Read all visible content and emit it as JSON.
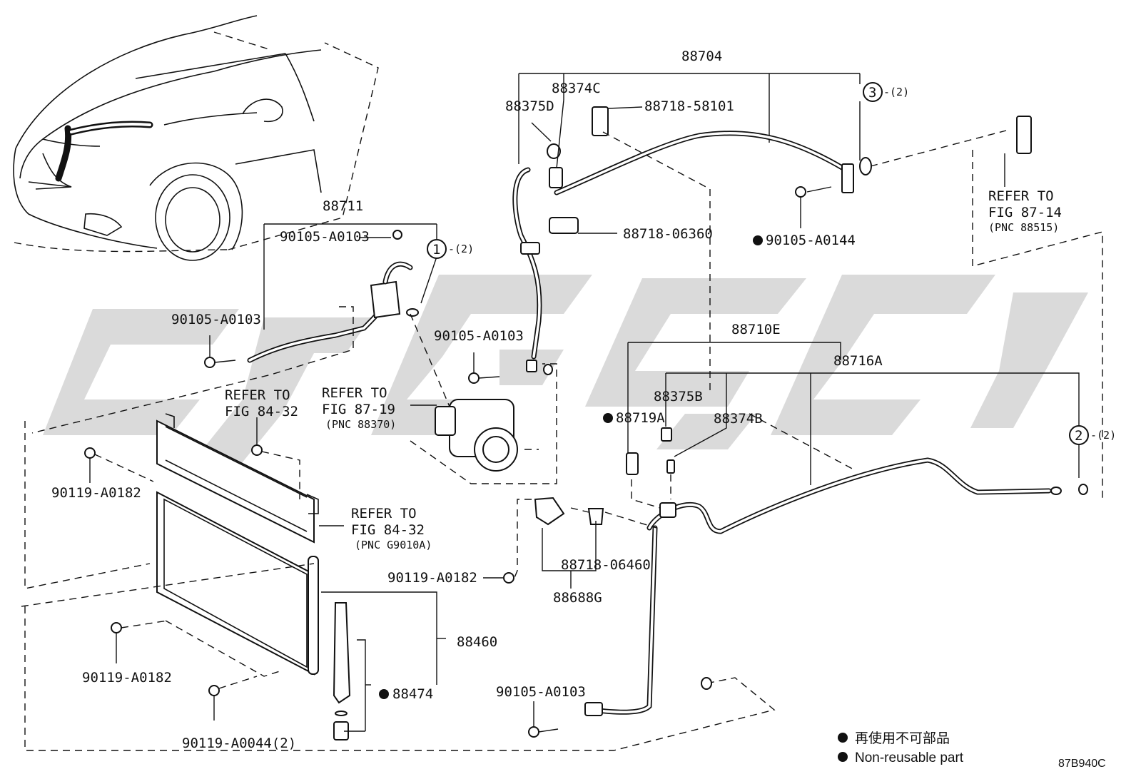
{
  "labels": {
    "p88704": "88704",
    "p88374C": "88374C",
    "p88375D": "88375D",
    "p88718_58101": "88718-58101",
    "circle3": "3",
    "qty2_a": "-(2)",
    "p88711": "88711",
    "p90105_A0103_a": "90105-A0103",
    "circle1": "1",
    "qty2_b": "-(2)",
    "p88718_06360": "88718-06360",
    "p90105_A0144": "90105-A0144",
    "refer87_14_a": "REFER TO",
    "refer87_14_b": "FIG 87-14",
    "refer87_14_c": "(PNC 88515)",
    "p90105_A0103_b": "90105-A0103",
    "p90105_A0103_c": "90105-A0103",
    "p88710E": "88710E",
    "p88716A": "88716A",
    "refer84_32a_a": "REFER TO",
    "refer84_32a_b": "FIG 84-32",
    "refer87_19_a": "REFER TO",
    "refer87_19_b": "FIG 87-19",
    "refer87_19_c": "(PNC 88370)",
    "p88375B": "88375B",
    "p88719A": "88719A",
    "p88374B": "88374B",
    "circle2": "2",
    "qty2_c": "-(2)",
    "p90119_A0182_a": "90119-A0182",
    "refer84_32b_a": "REFER TO",
    "refer84_32b_b": "FIG 84-32",
    "refer84_32b_c": "(PNC G9010A)",
    "p88718_06460": "88718-06460",
    "p90119_A0182_b": "90119-A0182",
    "p88688G": "88688G",
    "p88460": "88460",
    "p90119_A0182_c": "90119-A0182",
    "p88474": "88474",
    "p90105_A0103_d": "90105-A0103",
    "p90119_A0044": "90119-A0044(2)"
  },
  "legend": {
    "item1": "再使用不可部品",
    "item2": "Non-reusable part"
  },
  "figure_code": "87B940C"
}
